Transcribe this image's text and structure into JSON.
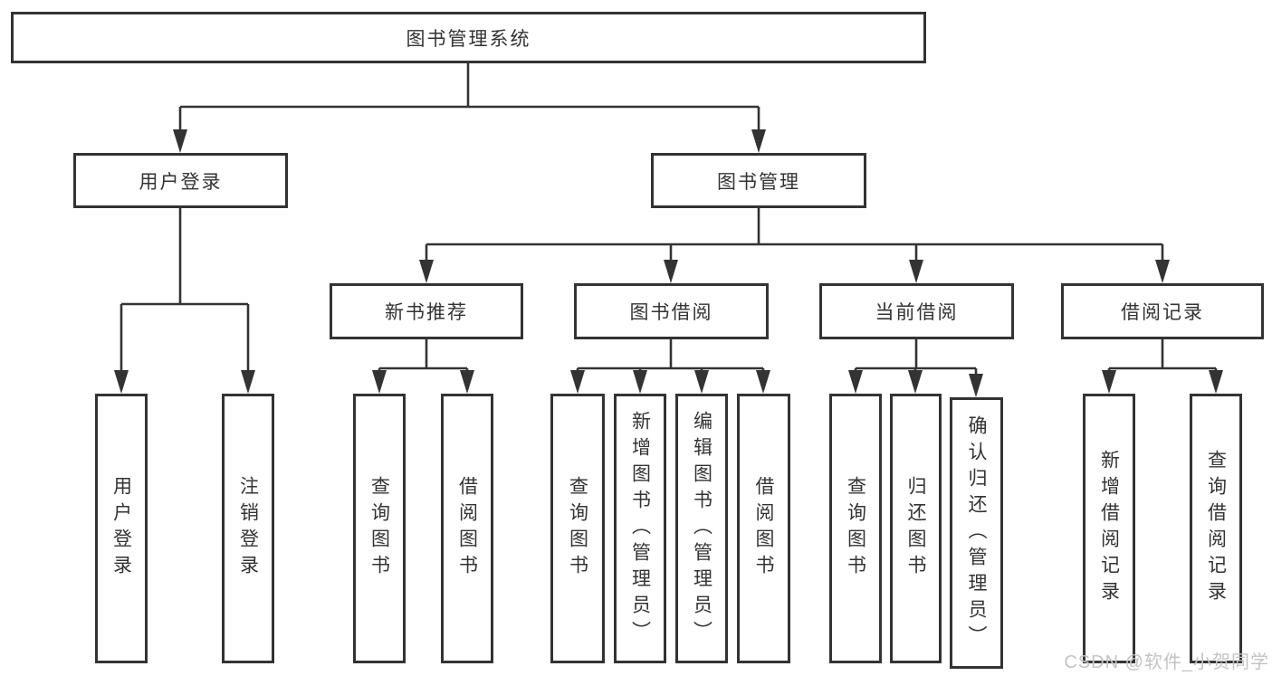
{
  "colors": {
    "line": "#333333",
    "box_border": "#333333",
    "text": "#333333",
    "background": "#ffffff",
    "watermark": "#c3c3c3"
  },
  "watermark": {
    "text": "CSDN @软件_小贺同学"
  },
  "tree": {
    "root": {
      "label": "图书管理系统"
    },
    "level2": [
      {
        "label": "用户登录",
        "children": [
          {
            "label": "用户登录"
          },
          {
            "label": "注销登录"
          }
        ]
      },
      {
        "label": "图书管理",
        "children": [
          {
            "label": "新书推荐",
            "children": [
              {
                "label": "查询图书"
              },
              {
                "label": "借阅图书"
              }
            ]
          },
          {
            "label": "图书借阅",
            "children": [
              {
                "label": "查询图书"
              },
              {
                "label": "新增图书（管理员）"
              },
              {
                "label": "编辑图书（管理员）"
              },
              {
                "label": "借阅图书"
              }
            ]
          },
          {
            "label": "当前借阅",
            "children": [
              {
                "label": "查询图书"
              },
              {
                "label": "归还图书"
              },
              {
                "label": "确认归还（管理员）"
              }
            ]
          },
          {
            "label": "借阅记录",
            "children": [
              {
                "label": "新增借阅记录"
              },
              {
                "label": "查询借阅记录"
              }
            ]
          }
        ]
      }
    ]
  }
}
